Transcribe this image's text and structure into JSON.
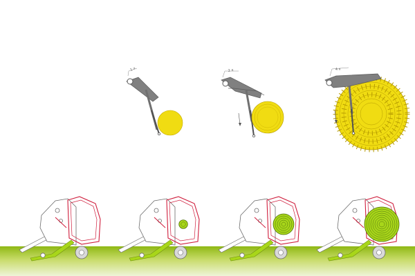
{
  "colors": {
    "bale": "#f0dc12",
    "bale_lines": "#b59a00",
    "ground_dark": "#8fb813",
    "ground_light": "#e8f0c5",
    "arm": "#7f7f7f",
    "frame_red": "#cf1d3c",
    "wheel": "#d9d9d9",
    "roll_green": "#a8d61a"
  },
  "stages": [
    {
      "label": "1 x"
    },
    {
      "label": "2 x"
    },
    {
      "label": "4 x"
    }
  ],
  "balers": [
    {
      "fill": 0.0
    },
    {
      "fill": 0.25
    },
    {
      "fill": 0.6
    },
    {
      "fill": 1.0
    }
  ]
}
